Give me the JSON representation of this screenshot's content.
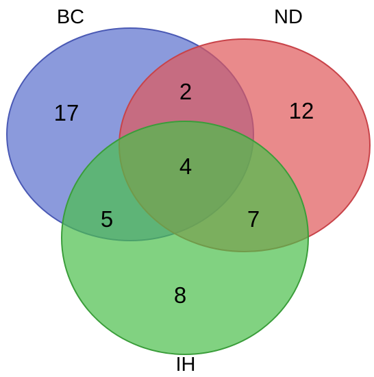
{
  "venn": {
    "sets": [
      {
        "id": "bc",
        "label": "BC",
        "fill": "#5a6fcd",
        "stroke": "#4a59b4"
      },
      {
        "id": "nd",
        "label": "ND",
        "fill": "#e0585a",
        "stroke": "#c84349"
      },
      {
        "id": "ih",
        "label": "IH",
        "fill": "#4cbf4c",
        "stroke": "#3a9d3a"
      }
    ],
    "regions": {
      "bc_only": "17",
      "nd_only": "12",
      "ih_only": "8",
      "bc_nd": "2",
      "bc_ih": "5",
      "nd_ih": "7",
      "bc_nd_ih": "4"
    }
  }
}
